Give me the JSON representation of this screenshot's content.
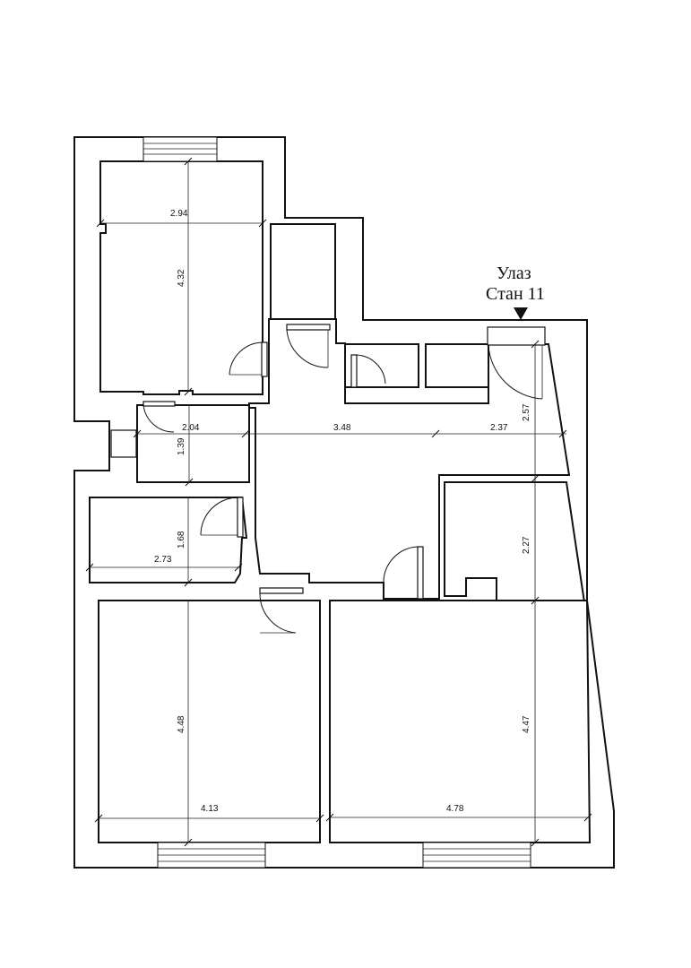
{
  "entrance": {
    "line1": "Улаз",
    "line2": "Стан 11"
  },
  "dimensions": {
    "top_room_width": "2.94",
    "top_room_height": "4.32",
    "small_room_width": "2.04",
    "small_room_height": "1.39",
    "hall_width": "3.48",
    "corridor_width": "2.37",
    "entrance_height": "2.57",
    "kitchen_height": "2.27",
    "bath_width": "2.73",
    "bath_height": "1.68",
    "left_room_width": "4.13",
    "left_room_height": "4.48",
    "right_room_width": "4.78",
    "right_room_height": "4.47"
  }
}
